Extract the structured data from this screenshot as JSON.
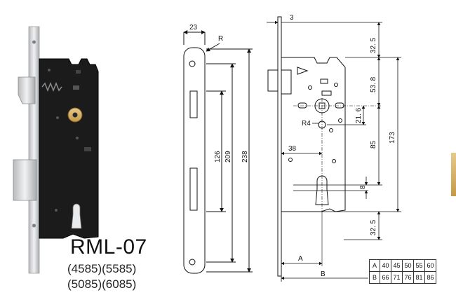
{
  "product": {
    "model": "RML-07",
    "variants_line1": "(4585)(5585)",
    "variants_line2": "(5085)(6085)"
  },
  "dimensions": {
    "faceplate_width": "23",
    "radius": "R",
    "length_126": "126",
    "length_209": "209",
    "length_238": "238",
    "offset_3": "3",
    "top_32_5": "32. 5",
    "top_53_8": "53. 8",
    "dim_21_6": "21. 6",
    "radius_r4": "R4",
    "dim_85": "85",
    "dim_173": "173",
    "dim_38": "38",
    "dim_8": "8",
    "bottom_32_5": "32. 5",
    "label_a": "A",
    "label_b": "B"
  },
  "size_table": {
    "rows": [
      {
        "label": "A",
        "values": [
          "40",
          "45",
          "50",
          "55",
          "60"
        ]
      },
      {
        "label": "B",
        "values": [
          "66",
          "71",
          "76",
          "81",
          "86"
        ]
      }
    ]
  },
  "colors": {
    "lock_body": "#1a1a1a",
    "faceplate": "#d9dadb",
    "spindle_hub": "#c8863c",
    "accent_edge": "#d8b96a"
  }
}
